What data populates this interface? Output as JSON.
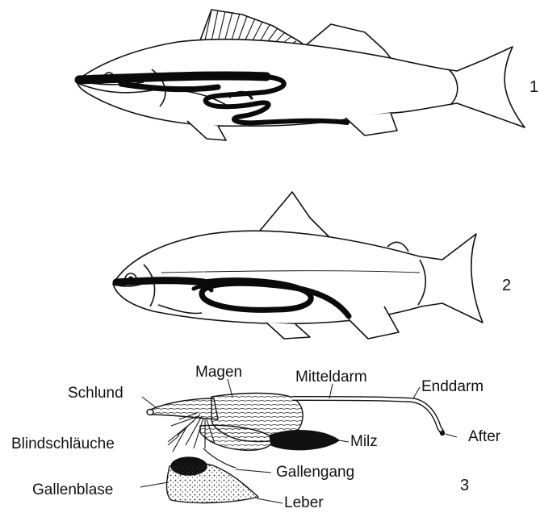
{
  "figure_numbers": {
    "fish_1": "1",
    "fish_2": "2",
    "organs_3": "3"
  },
  "labels": {
    "schlund": "Schlund",
    "magen": "Magen",
    "mitteldarm": "Mitteldarm",
    "enddarm": "Enddarm",
    "after": "After",
    "blindschlaeuche": "Blindschläuche",
    "milz": "Milz",
    "gallengang": "Gallengang",
    "gallenblase": "Gallenblase",
    "leber": "Leber"
  },
  "colors": {
    "line": "#111111",
    "gut": "#0a0a0a",
    "background": "#ffffff"
  }
}
